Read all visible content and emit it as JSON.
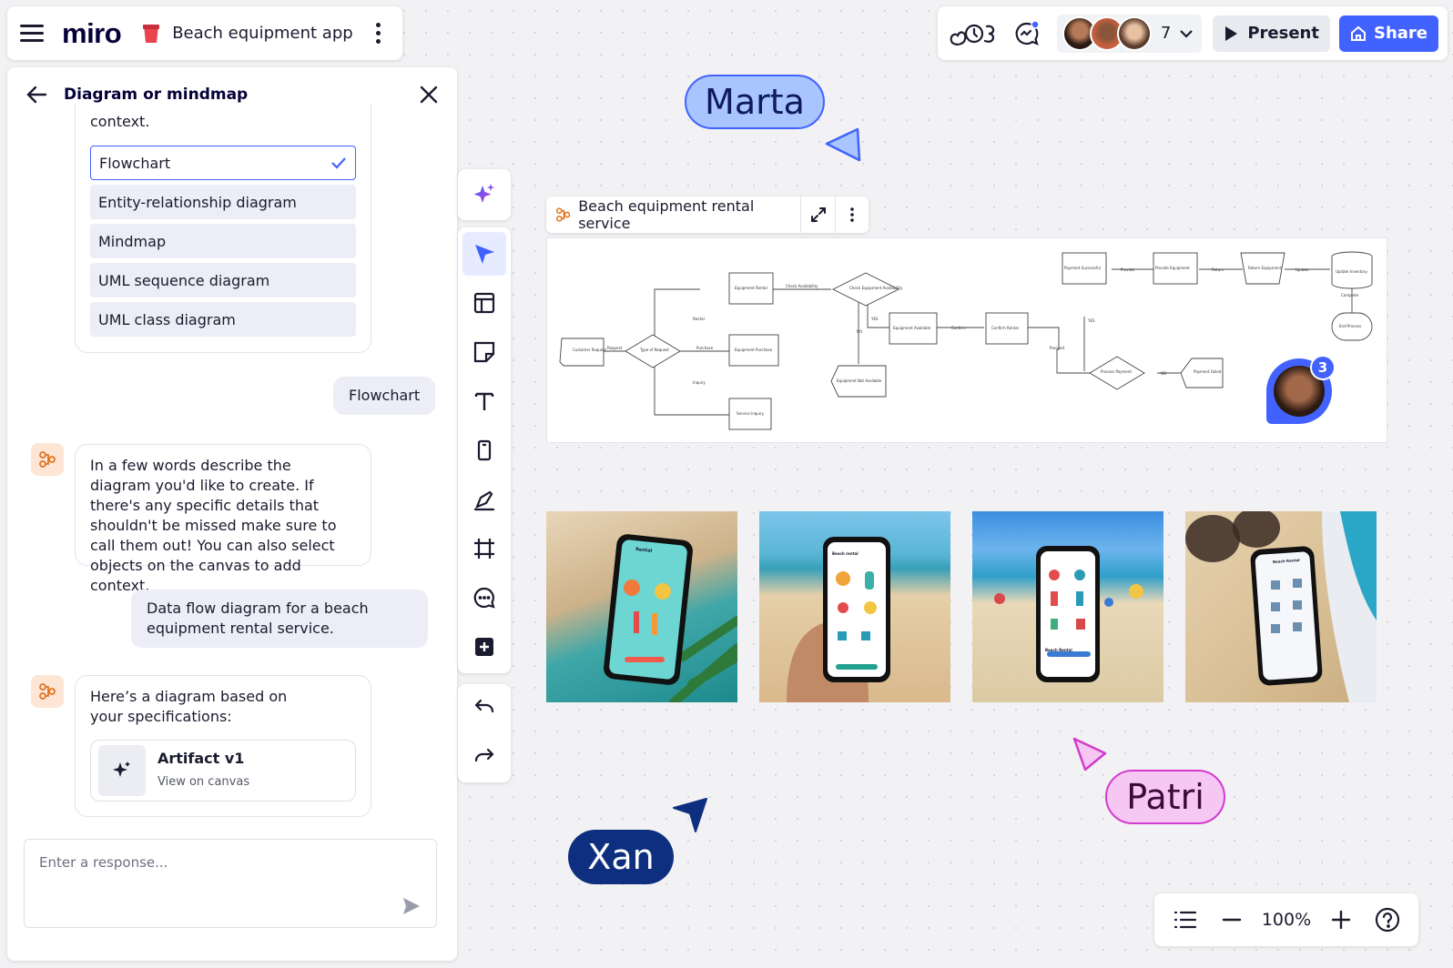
{
  "app": {
    "logo": "miro",
    "board_title": "Beach equipment app"
  },
  "toolbar_top_right": {
    "collaborators_count": "7",
    "present_label": "Present",
    "share_label": "Share",
    "accent": "#4262ff"
  },
  "ai_panel": {
    "title": "Diagram or mindmap",
    "context_tail": "context.",
    "options": [
      {
        "label": "Flowchart",
        "selected": true
      },
      {
        "label": "Entity-relationship diagram",
        "selected": false
      },
      {
        "label": "Mindmap",
        "selected": false
      },
      {
        "label": "UML sequence diagram",
        "selected": false
      },
      {
        "label": "UML class diagram",
        "selected": false
      }
    ],
    "user_choice": "Flowchart",
    "ai_prompt": "In a few words describe the diagram you'd like to create. If there's any specific details that shouldn't be missed make sure to call them out! You can also select objects on the canvas to add context.",
    "user_description": "Data flow diagram for a beach equipment rental service.",
    "ai_result": "Here’s a diagram based on your specifications:",
    "artifact_title": "Artifact v1",
    "artifact_sub": "View on canvas",
    "input_placeholder": "Enter a response..."
  },
  "diagram": {
    "title": "Beach equipment rental service",
    "nodes": {
      "customer_request": "Customer Request",
      "type_of_request": "Type of Request",
      "equipment_rental": "Equipment Rental",
      "equipment_purchase": "Equipment Purchase",
      "service_inquiry": "Service Inquiry",
      "check_availability": "Check Equipment Availability",
      "equipment_available": "Equipment Available",
      "equipment_not_available": "Equipment Not Available",
      "confirm_rental": "Confirm Rental",
      "process_payment": "Process Payment",
      "payment_failed": "Payment Failed",
      "payment_successful": "Payment Successful",
      "provide_equipment": "Provide Equipment",
      "return_equipment": "Return Equipment",
      "update_inventory": "Update Inventory",
      "end_process": "End Process"
    },
    "edges": {
      "request": "Request",
      "rental": "Rental",
      "purchase": "Purchase",
      "inquiry": "Inquiry",
      "check_availability": "Check Availability",
      "yes": "YES",
      "no": "NO",
      "confirm": "Confirm",
      "proceed": "Proceed",
      "yes2": "YES",
      "no2": "NO",
      "provide": "Provide",
      "return": "Return",
      "update": "Update",
      "complete": "Complete"
    },
    "comment_count": "3"
  },
  "cursors": {
    "marta": {
      "name": "Marta",
      "color": "#a8c5ff"
    },
    "patri": {
      "name": "Patri",
      "color": "#f7c7f4"
    },
    "xan": {
      "name": "Xan",
      "color": "#0e2f80"
    }
  },
  "zoom": {
    "value": "100%"
  },
  "phone_screens": {
    "p1": "Rental",
    "p2": "Beach rental",
    "p3": "Beach Rental",
    "p4": "Beach Rental"
  }
}
